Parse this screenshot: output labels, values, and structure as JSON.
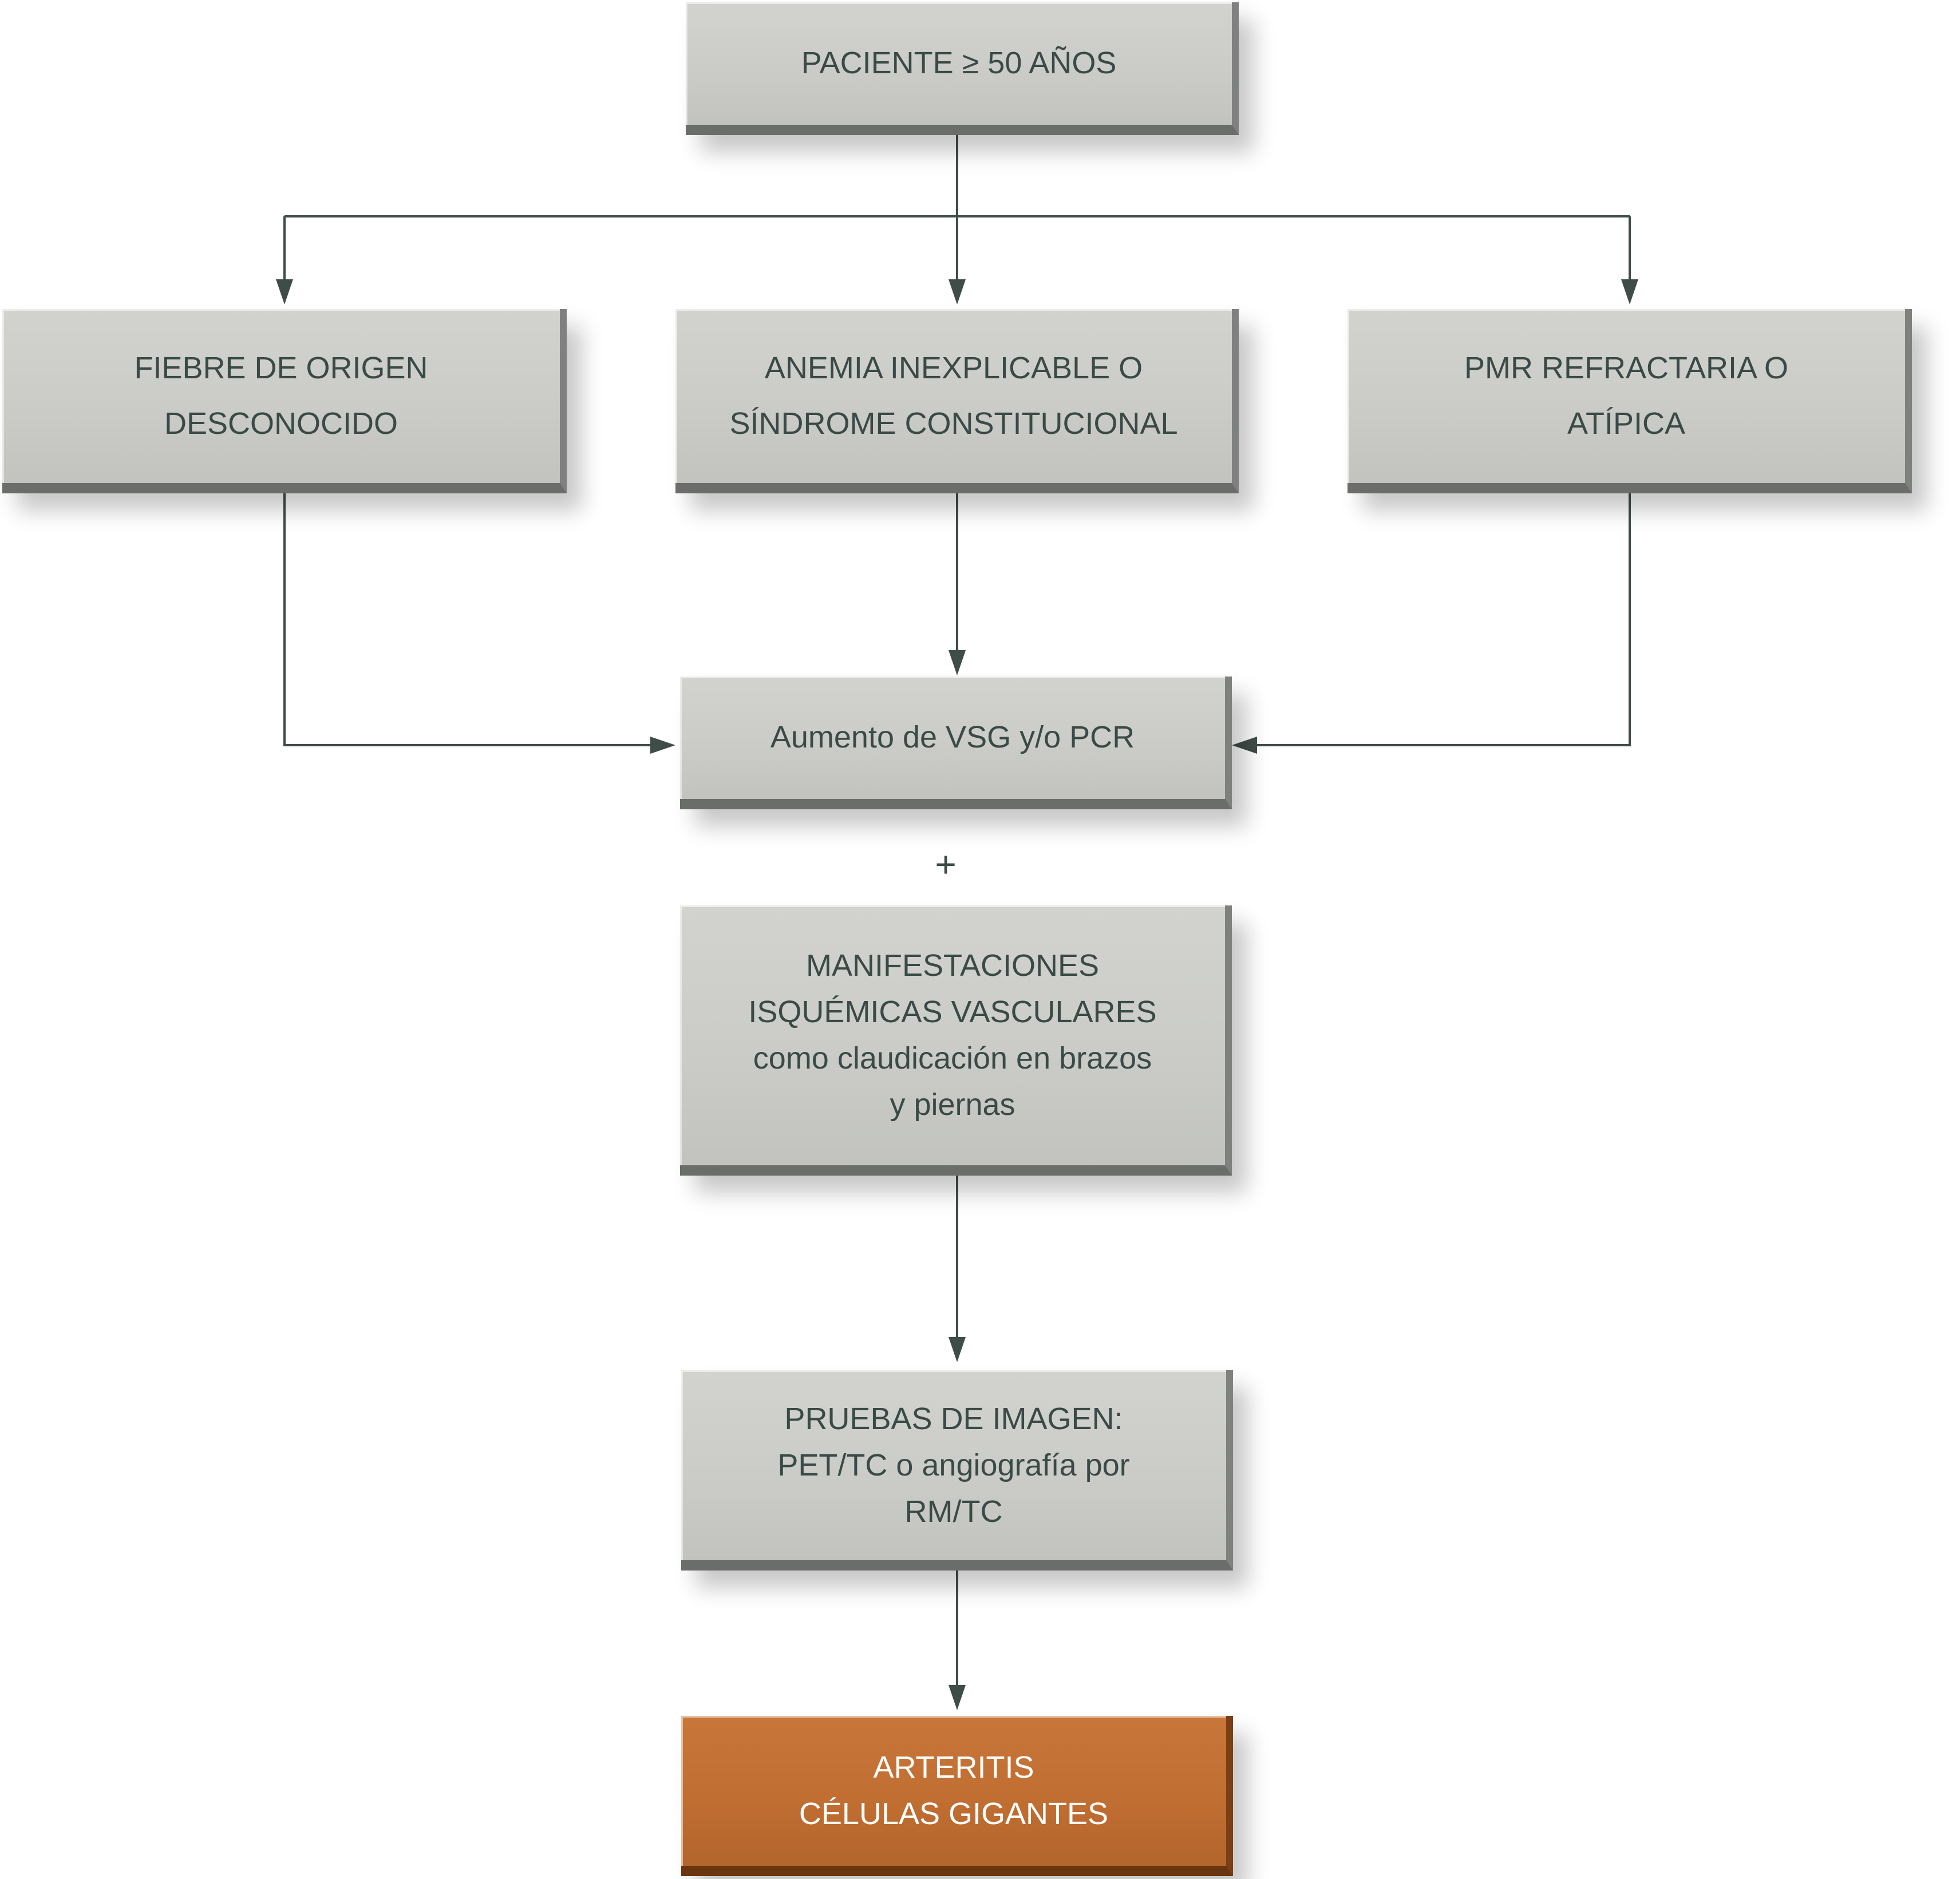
{
  "diagram": {
    "nodes": {
      "patient": {
        "lines": [
          "PACIENTE ≥ 50 AÑOS"
        ]
      },
      "fever": {
        "lines": [
          "FIEBRE DE ORIGEN",
          "DESCONOCIDO"
        ]
      },
      "anemia": {
        "lines": [
          "ANEMIA INEXPLICABLE O",
          "SÍNDROME CONSTITUCIONAL"
        ]
      },
      "pmr": {
        "lines": [
          "PMR REFRACTARIA O",
          "ATÍPICA"
        ]
      },
      "vsg": {
        "lines": [
          "Aumento de VSG y/o PCR"
        ]
      },
      "ischemic": {
        "lines": [
          "MANIFESTACIONES",
          "ISQUÉMICAS VASCULARES",
          "como claudicación en brazos",
          "y piernas"
        ]
      },
      "imaging": {
        "lines": [
          "PRUEBAS DE IMAGEN:",
          "PET/TC o angiografía por",
          "RM/TC"
        ]
      },
      "result": {
        "lines": [
          "ARTERITIS",
          "CÉLULAS GIGANTES"
        ]
      }
    },
    "plus_sign": "+",
    "colors": {
      "box_fill": "#cbccc8",
      "result_fill": "#c16e32",
      "connector": "#3f4d49",
      "text": "#3a4a46"
    }
  }
}
